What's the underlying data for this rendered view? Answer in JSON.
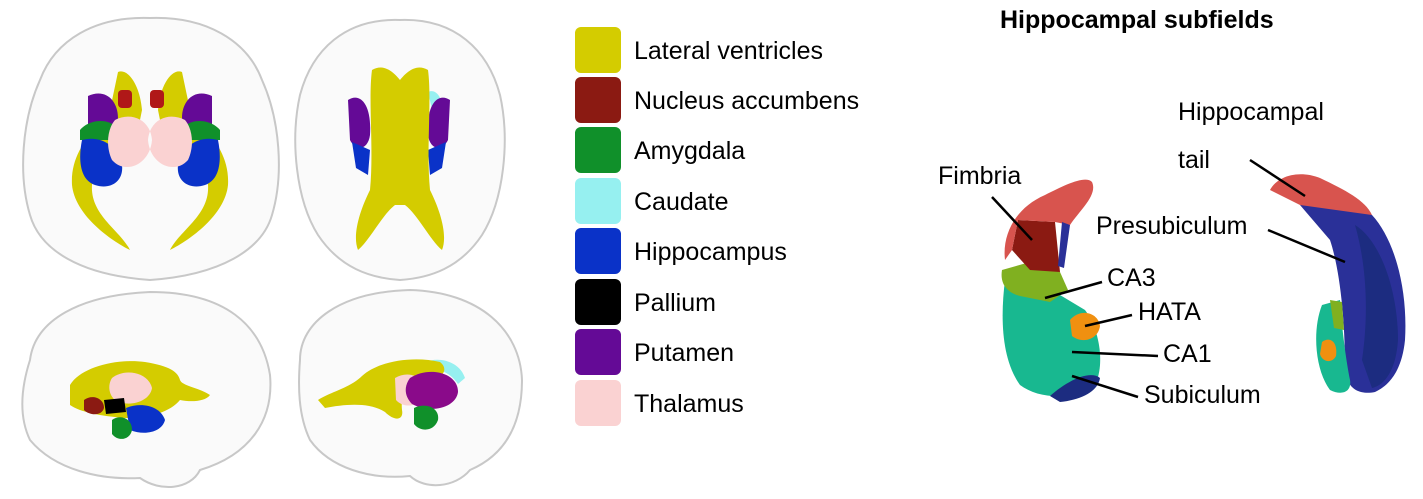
{
  "legend": {
    "items": [
      {
        "label": "Lateral ventricles",
        "color": "#d4cc00"
      },
      {
        "label": "Nucleus accumbens",
        "color": "#8b1a12"
      },
      {
        "label": "Amygdala",
        "color": "#10902a"
      },
      {
        "label": "Caudate",
        "color": "#96f0f0"
      },
      {
        "label": "Hippocampus",
        "color": "#0a32c8"
      },
      {
        "label": "Pallium",
        "color": "#000000"
      },
      {
        "label": "Putamen",
        "color": "#640a96"
      },
      {
        "label": "Thalamus",
        "color": "#fad2d2"
      }
    ]
  },
  "subfields": {
    "title": "Hippocampal subfields",
    "labels": {
      "hippocampal_tail_line1": "Hippocampal",
      "hippocampal_tail_line2": "tail",
      "fimbria": "Fimbria",
      "presubiculum": "Presubiculum",
      "ca3": "CA3",
      "hata": "HATA",
      "ca1": "CA1",
      "subiculum": "Subiculum"
    },
    "colors": {
      "tail": "#d8544e",
      "fimbria": "#8b1a12",
      "presubiculum": "#2a3098",
      "ca3": "#80b020",
      "hata": "#f09010",
      "ca1": "#18b890",
      "subiculum": "#1c2c80"
    }
  },
  "brain": {
    "outline_color": "#c8c8c8"
  }
}
